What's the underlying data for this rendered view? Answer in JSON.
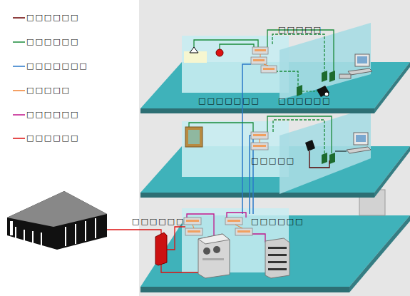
{
  "diagram": {
    "labels": [
      "□□□□□",
      "□□□□□□□",
      "□□□□□□",
      "□□□□□",
      "□□□□□□",
      "□□□□□□"
    ],
    "legend": [
      {
        "text": "□□□□□□"
      },
      {
        "text": "□□□□□□"
      },
      {
        "text": "□□□□□□□"
      },
      {
        "text": "□□□□□"
      },
      {
        "text": "□□□□□□"
      },
      {
        "text": "□□□□□□"
      }
    ]
  }
}
